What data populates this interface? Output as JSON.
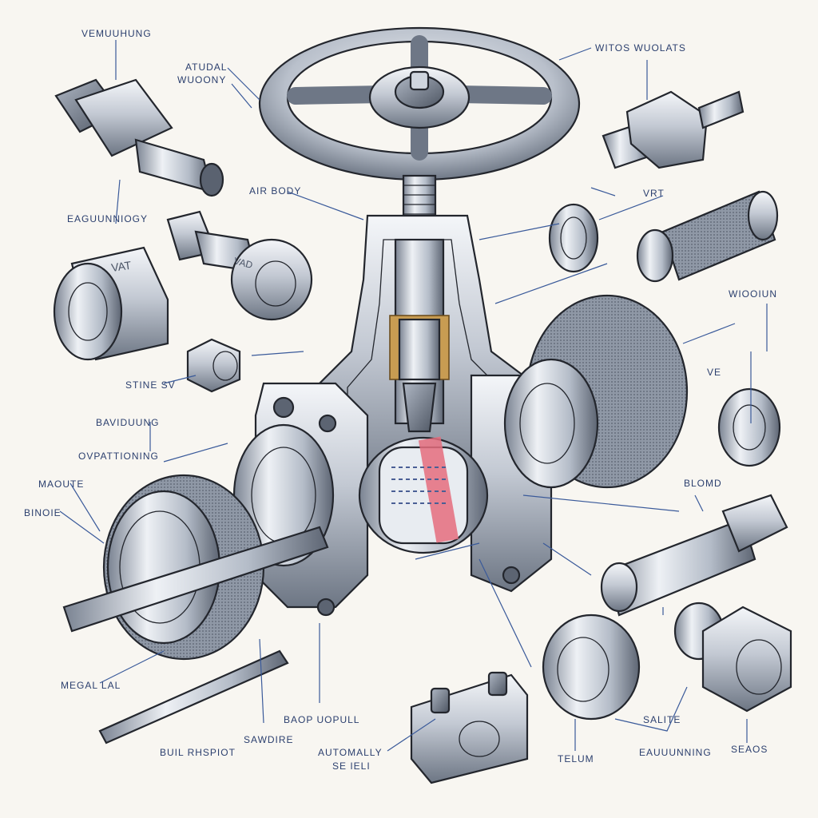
{
  "labels": {
    "top_left": "VEMUUHUNG",
    "actual_housing": "ATUDAL",
    "actual_housing_2": "WUOONY",
    "top_right": "WITOS WUOLATS",
    "air_body": "AIR BODY",
    "left_mid": "EAGUUNNIOGY",
    "vat": "VRT",
    "right_mid": "WIOOIUN",
    "stine": "STINE SV",
    "ve": "VE",
    "bandung": "BAVIDUUNG",
    "oparttioning": "OVPATTIONING",
    "mounte": "MAOUTE",
    "binore": "BINOIE",
    "blond": "BLOMD",
    "metal": "MEGAL LAL",
    "bap_uopull": "BAOP UOPULL",
    "sawdire": "SAWDIRE",
    "buil_rhspiot": "BUIL RHSPIOT",
    "automatic": "AUTOMALLY",
    "automatic_2": "SE IELI",
    "telum": "TELUM",
    "salite": "SALITE",
    "eauuunning": "EAUUUNNING",
    "seaos": "SEAOS"
  },
  "parts": {
    "nut_stamp": "VAT",
    "fitting_stamp": "VAD"
  },
  "colors": {
    "ink": "#23262d",
    "label": "#2b3f6e",
    "leader": "#3a5a9a",
    "steel_light": "#dfe3ea",
    "steel_mid": "#9aa3b1",
    "steel_dark": "#4d5562",
    "brass": "#b8904a",
    "tag_red": "#d6455a",
    "background": "#f8f6f1"
  }
}
